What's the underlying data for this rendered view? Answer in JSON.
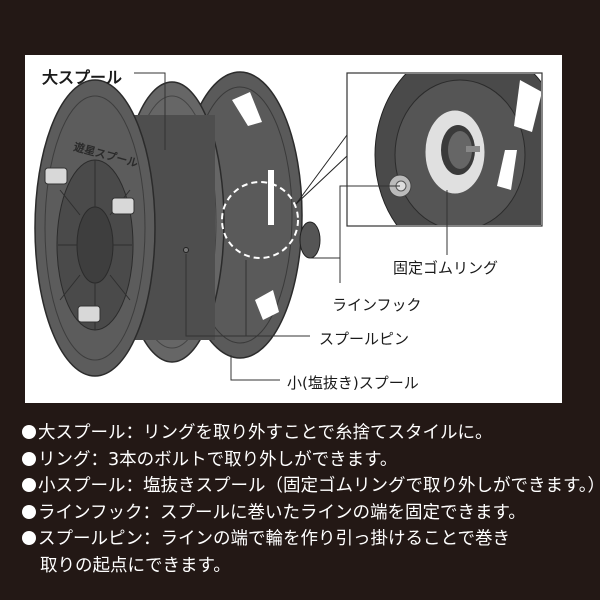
{
  "diagram": {
    "labels": {
      "large_spool": "大スプール",
      "fixing_rubber_ring": "固定ゴムリング",
      "line_hook": "ラインフック",
      "spool_pin": "スプールピン",
      "small_spool": "小(塩抜き)スプール"
    },
    "inset": "detail-zoom-of-rear-spool",
    "spool_embossed_text": "遊星スプール",
    "colors": {
      "background": "#231815",
      "panel": "#ffffff",
      "spool_dark": "#4a4a4a",
      "spool_mid": "#5f5f5f",
      "spool_light": "#7a7a7a"
    }
  },
  "description": {
    "items": [
      {
        "term": "大スプール",
        "text": "：リングを取り外すことで糸捨てスタイルに。"
      },
      {
        "term": "リング",
        "text": "：3本のボルトで取り外しができます。"
      },
      {
        "term": "小スプール",
        "text": "：塩抜きスプール（固定ゴムリングで取り外しができます。）"
      },
      {
        "term": "ラインフック",
        "text": "：スプールに巻いたラインの端を固定できます。"
      },
      {
        "term": "スプールピン",
        "text": "：ラインの端で輪を作り引っ掛けることで巻き"
      }
    ],
    "continuation": "取りの起点にできます。"
  }
}
